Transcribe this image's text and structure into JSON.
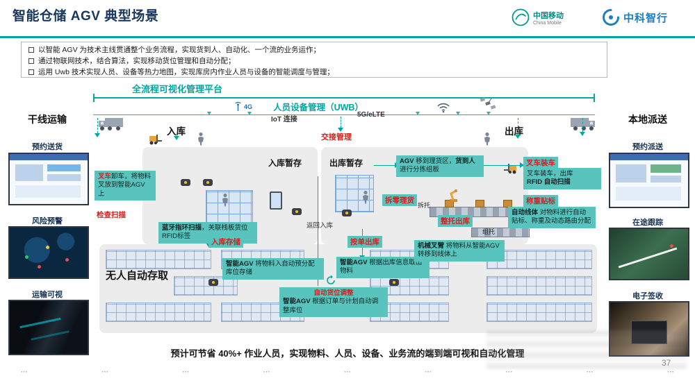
{
  "page": {
    "title": "智能仓储 AGV 典型场景",
    "page_number": "37"
  },
  "logos": {
    "cmcc_cn": "中国移动",
    "cmcc_en": "China Mobile",
    "partner": "中科智行"
  },
  "bullets": [
    "以智能 AGV 为技术主线贯通整个业务流程，实现货到人、自动化、一个流的业务运作；",
    "通过物联网技术，结合算法，实现移动货位管理和自动分配；",
    "运用 Uwb 技术实现人员、设备等热力地图，实现库房内作业人员与设备的智能调度与管理；"
  ],
  "platform": {
    "visual_label": "全流程可视化管理平台",
    "uwb_label": "人员设备管理（UWB）",
    "tag_4g": "4G",
    "tag_iot": "IoT 连接",
    "tag_5g": "5G/eLTE"
  },
  "left_panel": {
    "title": "干线运输",
    "items": [
      "预约送货",
      "风险预警",
      "运输可视"
    ]
  },
  "right_panel": {
    "title": "本地派送",
    "items": [
      "预约派送",
      "在途跟踪",
      "电子签收"
    ]
  },
  "diagram": {
    "inbound": "入库",
    "outbound": "出库",
    "handover": "交接管理",
    "inbound_staging": "入库暂存",
    "outbound_staging": "出库暂存",
    "storage": "无人自动存取",
    "return_inbound": "返回入库",
    "depalletize": "拆托",
    "palletize": "组托"
  },
  "labels": {
    "check_scan": "检查扫描",
    "inbound_store": "入库存储",
    "order_pick": "按单出库",
    "slot_adjust": "自动货位调整",
    "split_pick": "拆零理货",
    "pallet_out": "整托出库",
    "truck_load": "叉车装车",
    "weigh_label": "称重贴标"
  },
  "annotations": {
    "unload": {
      "kw": "叉车",
      "rest": "卸车，将物料叉放到智能AGV 上"
    },
    "bluetooth": {
      "kw": "蓝牙指环扫描",
      "rest": "，关联栈板货位RFID标签"
    },
    "store": {
      "kw": "智能AGV",
      "rest": " 将物料入自动预分配库位存储"
    },
    "pick": {
      "kw": "智能AGV",
      "rest": " 根据出库信息取出物料"
    },
    "adjust": {
      "kw": "智能AGV",
      "rest": " 根据订单与计划自动调整库位"
    },
    "agv_move": {
      "kw": "AGV",
      "mid": " 移到理货区，",
      "kw2": "货到人",
      "rest": " 进行分拣组板"
    },
    "arm": {
      "kw": "机械叉臂",
      "rest": " 将物料从智能AGV转移到线体上"
    },
    "auto_line": {
      "kw": "自动线体",
      "rest": " 对物料进行自动贴标、称重及动态路由分配"
    },
    "load": {
      "rest": "叉车装车，出库",
      "kw": "RFID 自动扫描"
    }
  },
  "footer": {
    "summary": "预计可节省 40%+ 作业人员，实现物料、人员、设备、业务流的端到端可视和自动化管理",
    "dots": [
      "···",
      "···",
      "···",
      "···",
      "···",
      "···",
      "···",
      "···",
      "···"
    ]
  },
  "colors": {
    "teal": "#00a7a0",
    "annotation_bg": "#58c4bd",
    "alert_red": "#d81e1e",
    "navy": "#17375e"
  }
}
